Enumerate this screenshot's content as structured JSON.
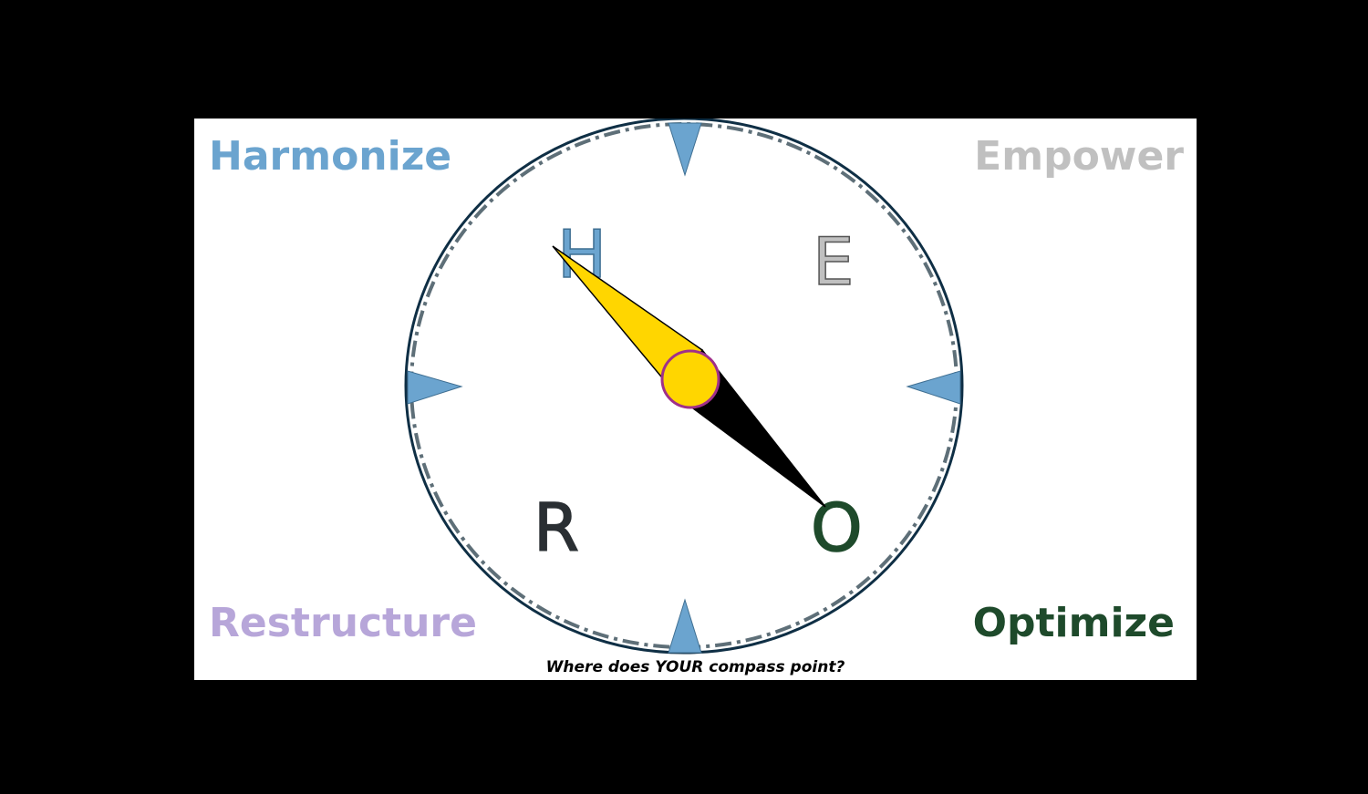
{
  "corners": {
    "top_left": "Harmonize",
    "top_right": "Empower",
    "bottom_left": "Restructure",
    "bottom_right": "Optimize"
  },
  "letters": {
    "top_left": "H",
    "top_right": "E",
    "bottom_left": "R",
    "bottom_right": "O"
  },
  "caption": "Where does YOUR compass point?",
  "colors": {
    "harmonize": "#6ba4cf",
    "empower": "#c0c0c0",
    "restructure": "#b7a6d9",
    "optimize": "#1e4a2b",
    "letter_r": "#2a2f33",
    "needle_yellow": "#ffd600",
    "needle_black": "#000000",
    "hub_outline": "#a0308a",
    "dial_ring": "#0f2f45",
    "marker_blue": "#6ba4cf"
  },
  "needle": {
    "points_to": "H"
  }
}
